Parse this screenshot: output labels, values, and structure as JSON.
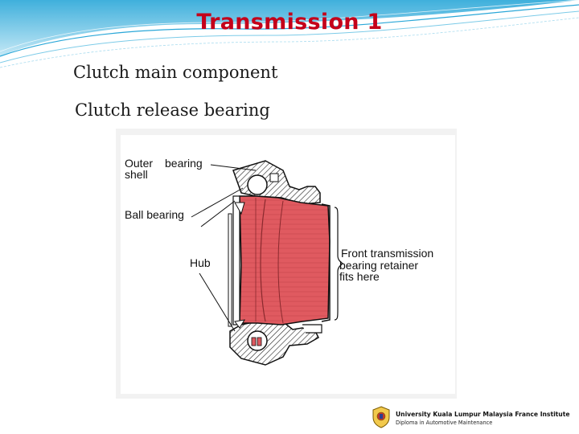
{
  "slide": {
    "title": "Transmission 1",
    "bullets": [
      "Clutch main component",
      "Clutch release bearing"
    ]
  },
  "diagram": {
    "labels": {
      "outer_shell_1": "Outer",
      "outer_shell_2": "shell",
      "bearing": "bearing",
      "ball_bearing": "Ball bearing",
      "hub": "Hub",
      "front_1": "Front transmission",
      "front_2": "bearing retainer",
      "front_3": "fits here"
    }
  },
  "footer": {
    "institution": "University Kuala Lumpur Malaysia France Institute",
    "program": "Diploma in Automotive Maintenance"
  },
  "colors": {
    "title": "#c4001a",
    "hub_fill": "#e05a60",
    "decor_blue": "#2aa7d8"
  },
  "icons": [
    "university-crest-icon"
  ]
}
